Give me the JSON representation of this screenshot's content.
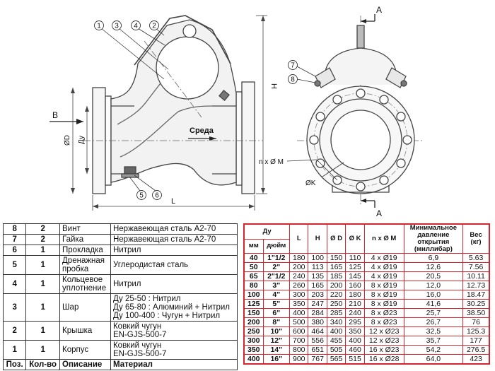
{
  "drawing": {
    "callouts_left": [
      "1",
      "3",
      "4",
      "2",
      "5",
      "6"
    ],
    "callouts_right": [
      "7",
      "8"
    ],
    "view_label_b": "B",
    "section_label_top": "A",
    "section_label_bottom": "A",
    "flow_label": "Среда",
    "dim_h": "H",
    "dim_l": "L",
    "dim_d": "ØD",
    "dim_du": "Ду",
    "dim_bolts": "n x Ø M",
    "dim_k": "ØK"
  },
  "parts": {
    "header": {
      "pos": "Поз.",
      "qty": "Кол-во",
      "desc": "Описание",
      "material": "Материал"
    },
    "rows": [
      {
        "pos": "8",
        "qty": "2",
        "desc": [
          "Винт"
        ],
        "material": [
          "Нержавеющая сталь A2-70"
        ]
      },
      {
        "pos": "7",
        "qty": "2",
        "desc": [
          "Гайка"
        ],
        "material": [
          "Нержавеющая сталь A2-70"
        ]
      },
      {
        "pos": "6",
        "qty": "1",
        "desc": [
          "Прокладка"
        ],
        "material": [
          "Нитрил"
        ]
      },
      {
        "pos": "5",
        "qty": "1",
        "desc": [
          "Дренажная",
          "пробка"
        ],
        "material": [
          "Углеродистая сталь"
        ]
      },
      {
        "pos": "4",
        "qty": "1",
        "desc": [
          "Кольцевое",
          "уплотнение"
        ],
        "material": [
          "Нитрил"
        ]
      },
      {
        "pos": "3",
        "qty": "1",
        "desc": [
          "Шар"
        ],
        "material": [
          "Ду 25-50 : Нитрил",
          "Ду 65-80 : Алюминий + Нитрил",
          "Ду 100-400 : Чугун + Нитрил"
        ]
      },
      {
        "pos": "2",
        "qty": "1",
        "desc": [
          "Крышка"
        ],
        "material": [
          "Ковкий чугун",
          "EN-GJS-500-7"
        ]
      },
      {
        "pos": "1",
        "qty": "1",
        "desc": [
          "Корпус"
        ],
        "material": [
          "Ковкий чугун",
          "EN-GJS-500-7"
        ]
      }
    ]
  },
  "dims": {
    "header": {
      "du": "Ду",
      "mm": "мм",
      "inch": "дюйм",
      "L": "L",
      "H": "H",
      "D": "Ø D",
      "K": "Ø K",
      "nm": "n x Ø M",
      "pressure": [
        "Минимальное",
        "давление",
        "открытия",
        "(миллибар)"
      ],
      "weight": [
        "Вес",
        "(кг)"
      ]
    },
    "rows": [
      [
        "40",
        "1\"1/2",
        "180",
        "100",
        "150",
        "110",
        "4 x Ø19",
        "6,9",
        "5.63"
      ],
      [
        "50",
        "2\"",
        "200",
        "113",
        "165",
        "125",
        "4 x Ø19",
        "12,6",
        "7.56"
      ],
      [
        "65",
        "2\"1/2",
        "240",
        "135",
        "185",
        "145",
        "4 x Ø19",
        "20,5",
        "10.11"
      ],
      [
        "80",
        "3\"",
        "260",
        "165",
        "200",
        "160",
        "8 x Ø19",
        "12,0",
        "12.73"
      ],
      [
        "100",
        "4\"",
        "300",
        "203",
        "220",
        "180",
        "8 x Ø19",
        "16,0",
        "18.47"
      ],
      [
        "125",
        "5\"",
        "350",
        "247",
        "250",
        "210",
        "8 x Ø19",
        "41,6",
        "30.25"
      ],
      [
        "150",
        "6\"",
        "400",
        "284",
        "285",
        "240",
        "8 x Ø23",
        "25,7",
        "38.50"
      ],
      [
        "200",
        "8\"",
        "500",
        "380",
        "340",
        "295",
        "8 x Ø23",
        "26,7",
        "76"
      ],
      [
        "250",
        "10\"",
        "600",
        "464",
        "400",
        "350",
        "12 x Ø23",
        "32,5",
        "125.3"
      ],
      [
        "300",
        "12\"",
        "700",
        "556",
        "455",
        "400",
        "12 x Ø23",
        "35,7",
        "177"
      ],
      [
        "350",
        "14\"",
        "800",
        "651",
        "505",
        "460",
        "16 x Ø23",
        "54,2",
        "276.5"
      ],
      [
        "400",
        "16\"",
        "900",
        "767",
        "565",
        "515",
        "16 x Ø28",
        "64,0",
        "423"
      ]
    ]
  }
}
